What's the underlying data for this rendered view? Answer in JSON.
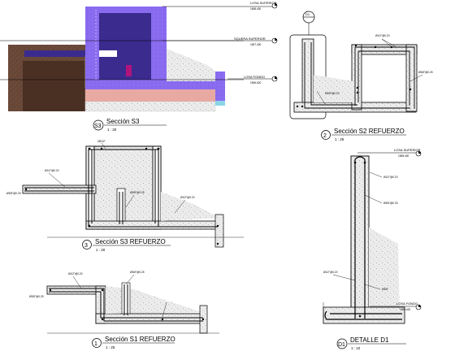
{
  "colors": {
    "soil": "#6b4a3a",
    "soil_dark": "#4a2f23",
    "purple": "#3b2b8f",
    "lavender": "#8a6cf0",
    "salmon": "#e8a9a2",
    "concrete": "#e3e3e3",
    "rebar": "#000000",
    "magenta": "#b0147c"
  },
  "levels": {
    "losa_superior": {
      "label": "LOSA SUPERIOR",
      "value": "1698.400"
    },
    "squera_superior": {
      "label": "SQUERA SUPERIOR",
      "value": "1697.400"
    },
    "losa_fondo": {
      "label": "LOSA FONDO",
      "value": "1696.620"
    }
  },
  "views": [
    {
      "num": "S3",
      "title": "Sección S3",
      "scale": "1 : 20"
    },
    {
      "num": "2",
      "title": "Sección S2 REFUERZO",
      "scale": "1 : 25"
    },
    {
      "num": "3",
      "title": "Sección S3 REFUERZO",
      "scale": "1 : 20"
    },
    {
      "num": "1",
      "title": "Sección S1 REFUERZO",
      "scale": "1 : 25"
    },
    {
      "num": "D1",
      "title": "DETALLE D1",
      "scale": "1 : 10"
    }
  ],
  "detail_callout": "D1"
}
